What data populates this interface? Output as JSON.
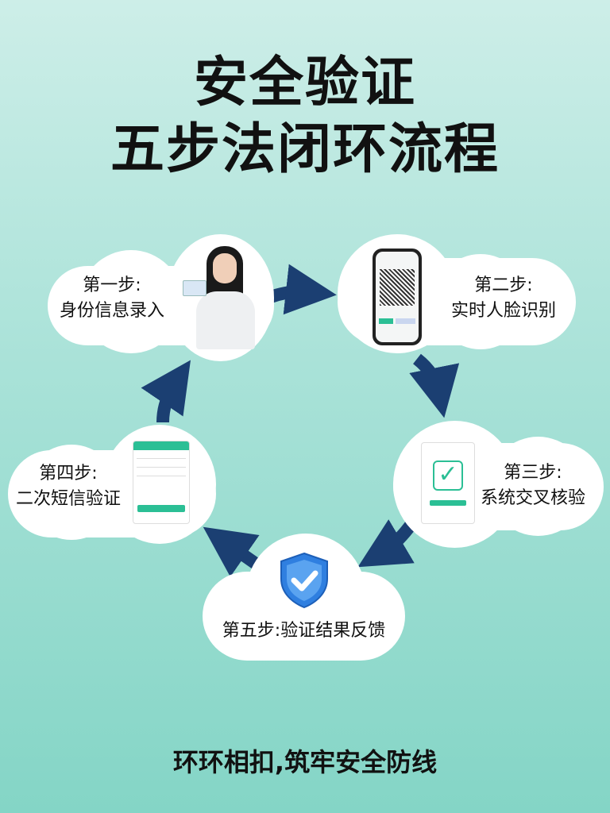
{
  "title": {
    "line1": "安全验证",
    "line2": "五步法闭环流程"
  },
  "steps": [
    {
      "step": "第一步:",
      "text": "身份信息录入",
      "image": "woman-holding-id-card"
    },
    {
      "step": "第二步:",
      "text": "实时人脸识别",
      "image": "phone-qr-code"
    },
    {
      "step": "第三步:",
      "text": "系统交叉核验",
      "image": "phone-checkmark"
    },
    {
      "step": "第四步:",
      "text": "二次短信验证",
      "image": "phone-sms-form"
    },
    {
      "step": "第五步:验证结果反馈",
      "image": "shield-check-icon"
    }
  ],
  "footer": "环环相扣,筑牢安全防线",
  "colors": {
    "arrow": "#1b3f72",
    "accent": "#2bbf95",
    "shield": "#2f7fe0"
  }
}
